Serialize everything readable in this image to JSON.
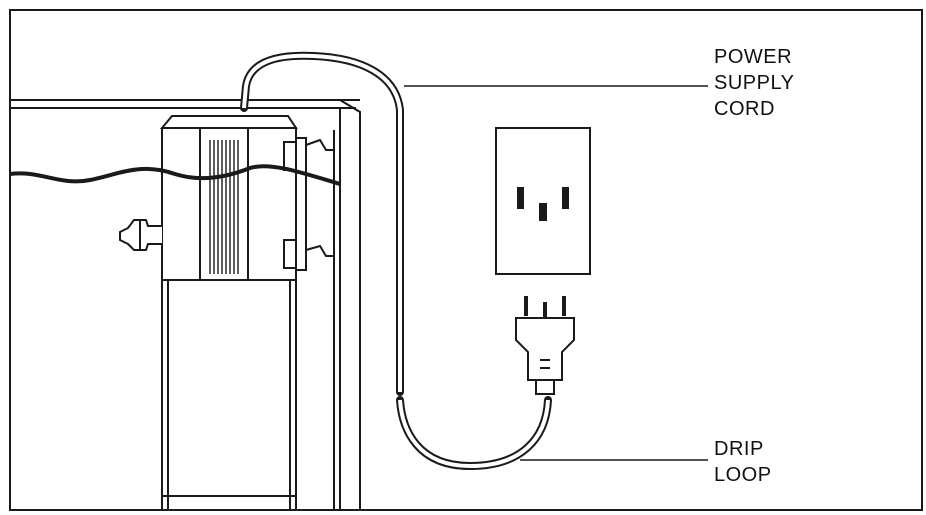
{
  "labels": {
    "power_supply_cord": [
      "POWER",
      "SUPPLY",
      "CORD"
    ],
    "drip_loop": [
      "DRIP",
      "LOOP"
    ]
  },
  "colors": {
    "line": "#1a1a1a",
    "background": "#ffffff"
  }
}
